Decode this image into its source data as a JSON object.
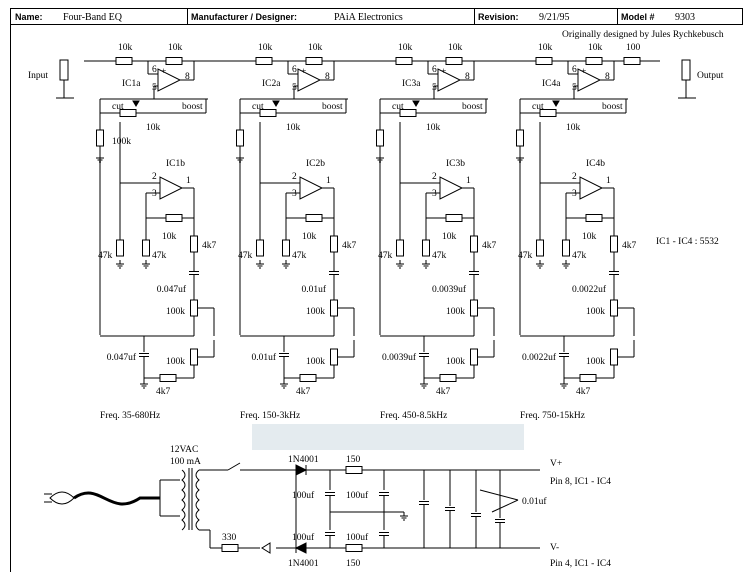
{
  "header": {
    "name_label": "Name:",
    "name_value": "Four-Band EQ",
    "manufacturer_label": "Manufacturer / Designer:",
    "manufacturer_value": "PAiA Electronics",
    "revision_label": "Revision:",
    "revision_value": "9/21/95",
    "model_label": "Model #",
    "model_value": "9303"
  },
  "credit": "Originally designed by Jules Rychkebusch",
  "io": {
    "input": "Input",
    "output": "Output"
  },
  "common": {
    "r_in": "10k",
    "r_fb": "10k",
    "cut": "cut",
    "boost": "boost",
    "pot": "10k",
    "r_bias": "100k",
    "r_47k": "47k",
    "r_4k7": "4k7",
    "r_100k": "100k",
    "r_out": "100",
    "ic_note": "IC1 - IC4 : 5532"
  },
  "bands": [
    {
      "ica": "IC1a",
      "icb": "IC1b",
      "cap": "0.047uf",
      "freq": "Freq.  35-680Hz"
    },
    {
      "ica": "IC2a",
      "icb": "IC2b",
      "cap": "0.01uf",
      "freq": "Freq.  150-3kHz"
    },
    {
      "ica": "IC3a",
      "icb": "IC3b",
      "cap": "0.0039uf",
      "freq": "Freq.  450-8.5kHz"
    },
    {
      "ica": "IC4a",
      "icb": "IC4b",
      "cap": "0.0022uf",
      "freq": "Freq.  750-15kHz"
    }
  ],
  "pins": {
    "pin6": "6",
    "pin5": "5",
    "pin8": "8",
    "pin2": "2",
    "pin3": "3",
    "pin1": "1"
  },
  "power": {
    "transformer": "12VAC",
    "current": "100 mA",
    "diode": "1N4001",
    "r150": "150",
    "cap100": "100uf",
    "r330": "330",
    "cap01": "0.01uf",
    "vplus": "V+",
    "vplus_pins": "Pin 8, IC1 - IC4",
    "vminus": "V-",
    "vminus_pins": "Pin 4, IC1 - IC4",
    "plus_sign": "+"
  },
  "colors": {
    "ink": "#000000",
    "blur": "#d8e2e8"
  }
}
